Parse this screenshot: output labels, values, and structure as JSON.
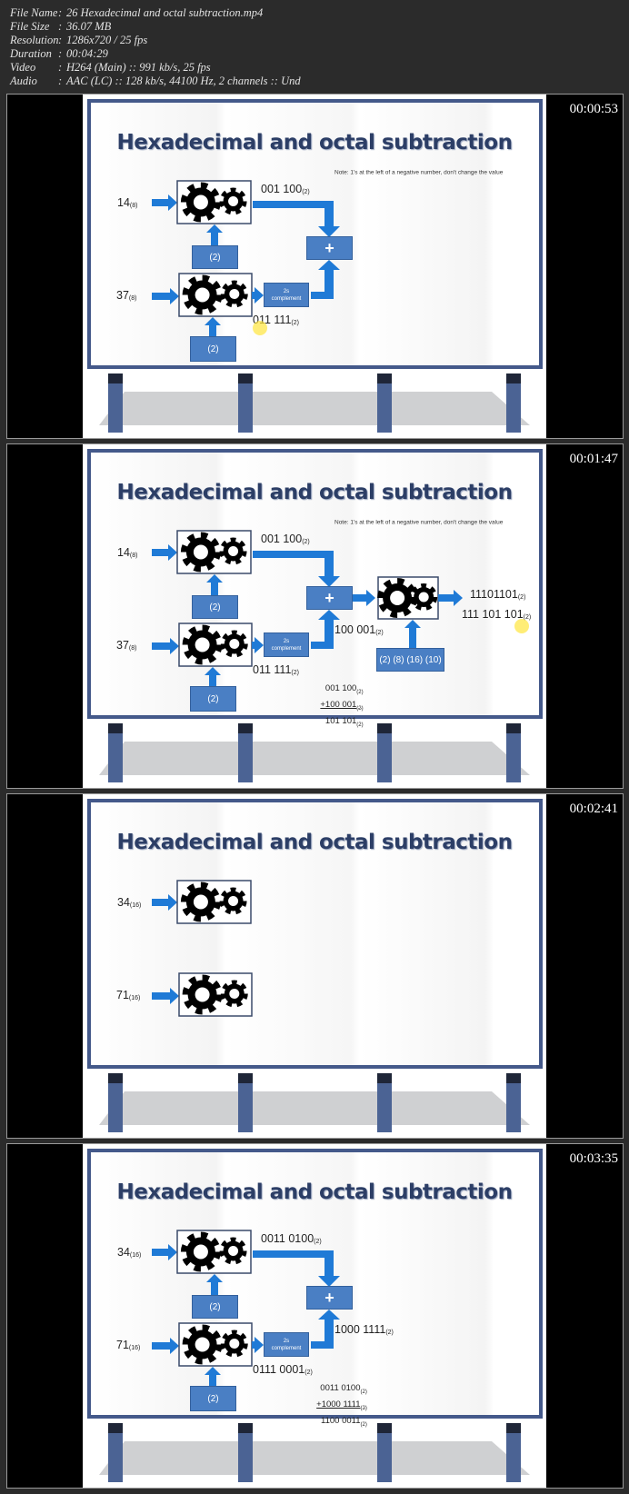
{
  "file_info": [
    {
      "label": "File Name",
      "value": "26 Hexadecimal and octal subtraction.mp4"
    },
    {
      "label": "File Size",
      "value": "36.07 MB"
    },
    {
      "label": "Resolution",
      "value": "1286x720 / 25 fps"
    },
    {
      "label": "Duration",
      "value": "00:04:29"
    },
    {
      "label": "Video",
      "value": "H264 (Main) :: 991 kb/s, 25 fps"
    },
    {
      "label": "Audio",
      "value": "AAC (LC) :: 128 kb/s, 44100 Hz, 2 channels :: Und"
    }
  ],
  "colors": {
    "background": "#2b2b2b",
    "board_frame": "#44598a",
    "arrow": "#1f7ad6",
    "box": "#4a7fc4",
    "title": "#2c3e66"
  },
  "frames": [
    {
      "timestamp": "00:00:53",
      "title": "Hexadecimal and octal subtraction",
      "note": "Note: 1's at the left of a negative number, don't change the value",
      "input_top": {
        "value": "14",
        "base": "(8)"
      },
      "input_bottom": {
        "value": "37",
        "base": "(8)"
      },
      "base_box_top": "(2)",
      "base_box_bottom": "(2)",
      "top_bits": {
        "value": "001  100",
        "base": "(2)"
      },
      "bottom_bits": {
        "value": "011  111",
        "base": "(2)"
      },
      "complement": "2s complement",
      "plus": "+",
      "cursor": true
    },
    {
      "timestamp": "00:01:47",
      "title": "Hexadecimal and octal subtraction",
      "note": "Note: 1's at the left of a negative number, don't change the value",
      "input_top": {
        "value": "14",
        "base": "(8)"
      },
      "input_bottom": {
        "value": "37",
        "base": "(8)"
      },
      "base_box_top": "(2)",
      "base_box_bottom": "(2)",
      "top_bits": {
        "value": "001  100",
        "base": "(2)"
      },
      "bottom_bits": {
        "value": "011  111",
        "base": "(2)"
      },
      "complement": "2s complement",
      "plus": "+",
      "complement_bits": {
        "value": "100 001",
        "base": "(2)"
      },
      "converter_box": "(2) (8) (16) (10)",
      "result": {
        "value": "11101101",
        "base": "(2)"
      },
      "result_grouped": {
        "value": "111  101  101",
        "base": "(2)"
      },
      "sum": [
        {
          "value": "001 100",
          "base": "(2)"
        },
        {
          "value": "+100 001",
          "base": "(2)"
        },
        {
          "value": "101 101",
          "base": "(2)"
        }
      ],
      "cursor": true
    },
    {
      "timestamp": "00:02:41",
      "title": "Hexadecimal and octal subtraction",
      "input_top": {
        "value": "34",
        "base": "(16)"
      },
      "input_bottom": {
        "value": "71",
        "base": "(16)"
      }
    },
    {
      "timestamp": "00:03:35",
      "title": "Hexadecimal and octal subtraction",
      "input_top": {
        "value": "34",
        "base": "(16)"
      },
      "input_bottom": {
        "value": "71",
        "base": "(16)"
      },
      "base_box_top": "(2)",
      "base_box_bottom": "(2)",
      "top_bits": {
        "value": "0011 0100",
        "base": "(2)"
      },
      "bottom_bits": {
        "value": "0111 0001",
        "base": "(2)"
      },
      "complement": "2s complement",
      "plus": "+",
      "complement_bits": {
        "value": "1000 1111",
        "base": "(2)"
      },
      "sum": [
        {
          "value": "0011 0100",
          "base": "(2)"
        },
        {
          "value": "+1000 1111",
          "base": "(2)"
        },
        {
          "value": "1100 0011",
          "base": "(2)"
        }
      ]
    }
  ]
}
